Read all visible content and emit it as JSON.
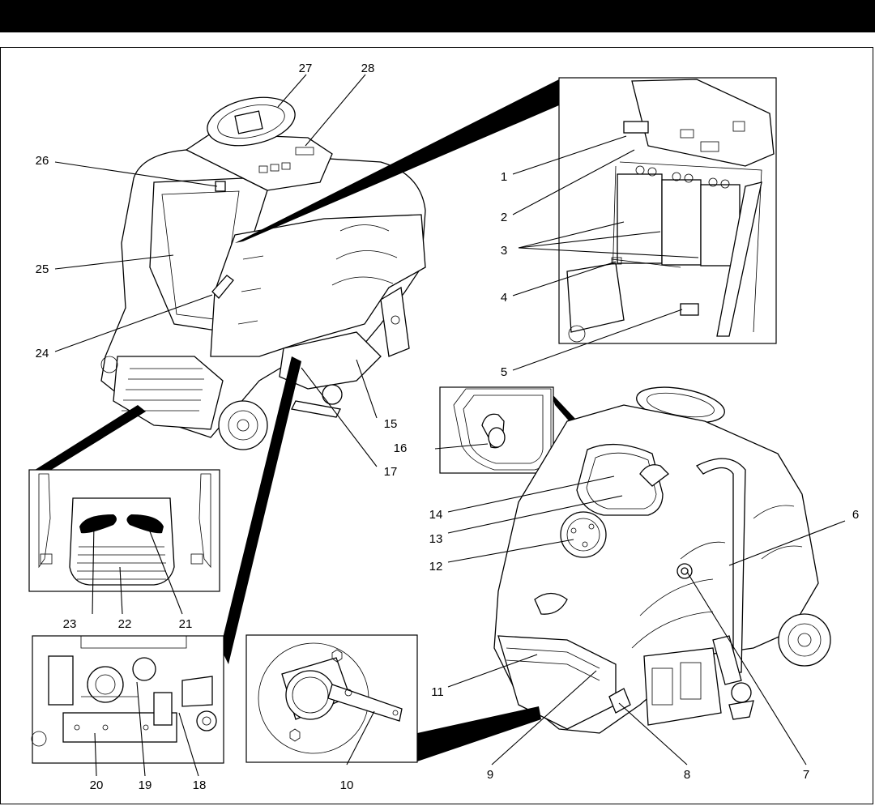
{
  "header": {
    "title": ""
  },
  "callouts": {
    "c1": "1",
    "c2": "2",
    "c3": "3",
    "c4": "4",
    "c5": "5",
    "c6": "6",
    "c7": "7",
    "c8": "8",
    "c9": "9",
    "c10": "10",
    "c11": "11",
    "c12": "12",
    "c13": "13",
    "c14": "14",
    "c15": "15",
    "c16": "16",
    "c17": "17",
    "c18": "18",
    "c19": "19",
    "c20": "20",
    "c21": "21",
    "c22": "22",
    "c23": "23",
    "c24": "24",
    "c25": "25",
    "c26": "26",
    "c27": "27",
    "c28": "28"
  },
  "colors": {
    "line": "#000000",
    "background": "#ffffff",
    "header_bar": "#000000"
  }
}
